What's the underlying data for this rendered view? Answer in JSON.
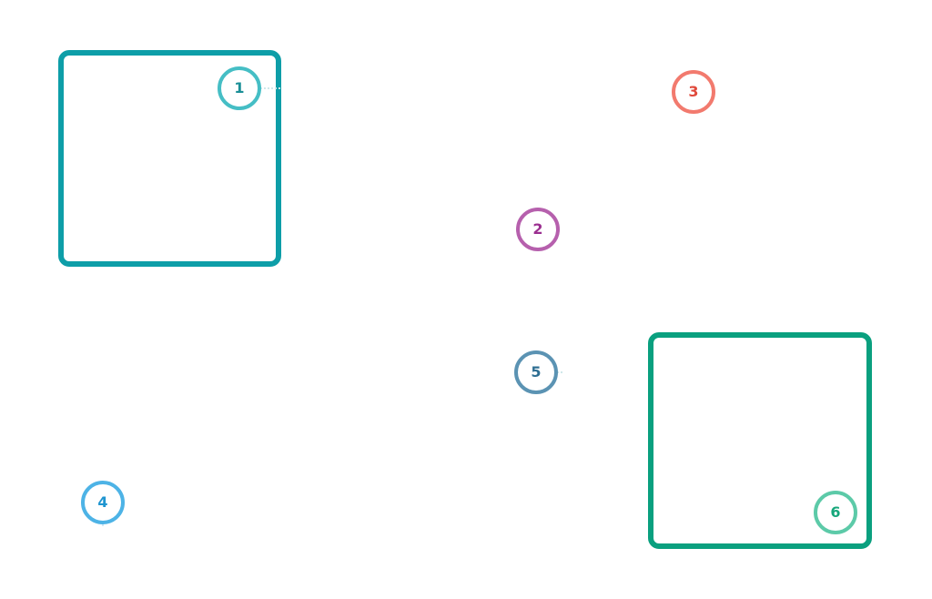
{
  "diagram": {
    "boxes": [
      {
        "id": "a",
        "color": "#0e9ea8"
      },
      {
        "id": "b",
        "color": "#0aa07f"
      }
    ],
    "markers": [
      {
        "label": "1",
        "ring_color": "#45bec5",
        "text_color": "#1a8f97"
      },
      {
        "label": "2",
        "ring_color": "#b660ad",
        "text_color": "#9b2f90"
      },
      {
        "label": "3",
        "ring_color": "#f27a6e",
        "text_color": "#e04a3c"
      },
      {
        "label": "4",
        "ring_color": "#4db3e6",
        "text_color": "#1f95d0"
      },
      {
        "label": "5",
        "ring_color": "#5b93b3",
        "text_color": "#2f6f93"
      },
      {
        "label": "6",
        "ring_color": "#5ccaa8",
        "text_color": "#17a77b"
      }
    ]
  }
}
